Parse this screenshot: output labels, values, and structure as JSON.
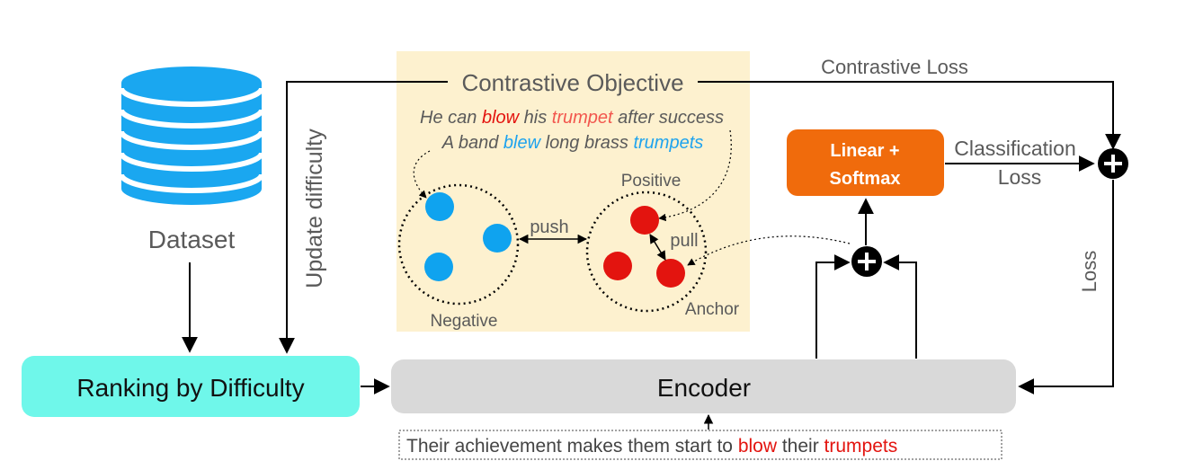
{
  "dataset": {
    "label": "Dataset",
    "icon": "database-icon"
  },
  "ranking": {
    "label": "Ranking by Difficulty"
  },
  "encoder": {
    "label": "Encoder"
  },
  "linear_softmax": {
    "line1": "Linear +",
    "line2": "Softmax"
  },
  "contrastive": {
    "title": "Contrastive Objective",
    "sentence1": {
      "w1": "He can ",
      "w2": "blow",
      "w3": " his ",
      "w4": "trumpet",
      "w5": " after success"
    },
    "sentence2": {
      "w1": "A band ",
      "w2": "blew",
      "w3": " long brass ",
      "w4": "trumpets"
    },
    "push_label": "push",
    "pull_label": "pull",
    "positive_label": "Positive",
    "negative_label": "Negative",
    "anchor_label": "Anchor"
  },
  "labels": {
    "update_difficulty": "Update difficulty",
    "contrastive_loss": "Contrastive Loss",
    "classification_line1": "Classification",
    "classification_line2": "Loss",
    "loss": "Loss"
  },
  "input_sentence": {
    "w1": "Their achievement makes them start to ",
    "w2": "blow",
    "w3": " their ",
    "w4": "trumpets"
  },
  "colors": {
    "panel_bg": "#fdf1cf",
    "ranking_bg": "#6ff7ea",
    "encoder_bg": "#d9d9d9",
    "softmax_bg": "#f06b0c",
    "database_blue": "#1aa7f0",
    "negative_blue": "#0fa3ef",
    "positive_red": "#e3140f",
    "highlight_red": "#e3140f",
    "highlight_blue": "#1ea3ee",
    "text_gray": "#5a5a5a"
  }
}
